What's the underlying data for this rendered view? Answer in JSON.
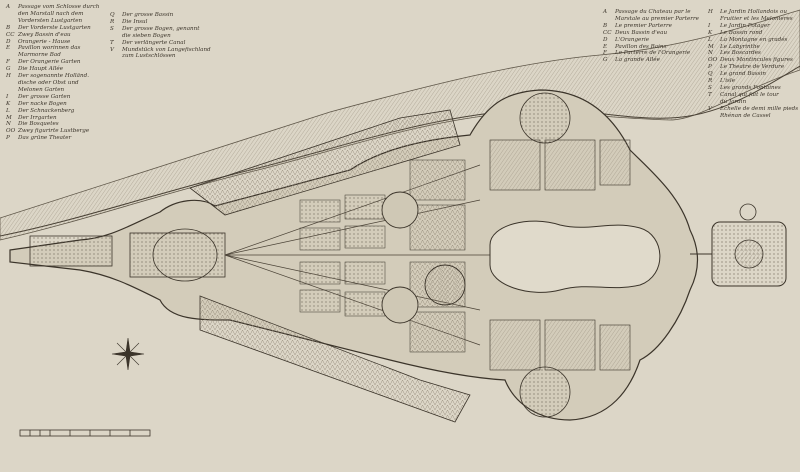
{
  "legend_german": [
    {
      "key": "A",
      "label": "Passage vom Schlosse durch"
    },
    {
      "key": "",
      "label": "den Marstall nach dem"
    },
    {
      "key": "",
      "label": "Vordersten Lustgarten"
    },
    {
      "key": "B",
      "label": "Der Vorderste Lustgarten"
    },
    {
      "key": "CC",
      "label": "Zwey Bassin d'eau"
    },
    {
      "key": "D",
      "label": "Orangerie - Hause"
    },
    {
      "key": "E",
      "label": "Pavillon worinnen das"
    },
    {
      "key": "",
      "label": "Marmorne Bad"
    },
    {
      "key": "F",
      "label": "Der Orangerie Garten"
    },
    {
      "key": "G",
      "label": "Die Haupt Allée"
    },
    {
      "key": "H",
      "label": "Der sogenannte Holländ."
    },
    {
      "key": "",
      "label": "dische oder Obst und"
    },
    {
      "key": "",
      "label": "Melonen Garten"
    },
    {
      "key": "I",
      "label": "Der grosse Garten"
    },
    {
      "key": "K",
      "label": "Der nacke Bogen"
    },
    {
      "key": "L",
      "label": "Der Schnackenberg"
    },
    {
      "key": "M",
      "label": "Der Irrgarten"
    },
    {
      "key": "N",
      "label": "Die Bosquetes"
    },
    {
      "key": "OO",
      "label": "Zwey figurirte Lustberge"
    },
    {
      "key": "P",
      "label": "Das grüne Theater"
    }
  ],
  "legend_german_2": [
    {
      "key": "Q",
      "label": "Der grosse Bassin"
    },
    {
      "key": "R",
      "label": "Die Insul"
    },
    {
      "key": "S",
      "label": "Der grosse Bogen, genannt"
    },
    {
      "key": "",
      "label": "die sieben Bogen"
    },
    {
      "key": "T",
      "label": "Der verlängerte Canal"
    },
    {
      "key": "V",
      "label": "Mundstück von Langefischland"
    },
    {
      "key": "",
      "label": "zum Lustschlössen"
    }
  ],
  "legend_french": [
    {
      "key": "A",
      "label": "Passage du Chateau par le"
    },
    {
      "key": "",
      "label": "Marstale au premier Parterre"
    },
    {
      "key": "B",
      "label": "Le premier Parterre"
    },
    {
      "key": "CC",
      "label": "Deux Bassin d'eau"
    },
    {
      "key": "D",
      "label": "L'Orangerie"
    },
    {
      "key": "E",
      "label": "Pavillon des Bains"
    },
    {
      "key": "F",
      "label": "Le Parterre de l'Orangerie"
    },
    {
      "key": "G",
      "label": "La grande Allée"
    }
  ],
  "legend_french_2": [
    {
      "key": "H",
      "label": "Le Jardin Hollandois ou"
    },
    {
      "key": "",
      "label": "Fruitier et les Melonieres"
    },
    {
      "key": "I",
      "label": "Le Jardin Potager"
    },
    {
      "key": "K",
      "label": "Le Bassin rond"
    },
    {
      "key": "L",
      "label": "La Montagne en gradés"
    },
    {
      "key": "M",
      "label": "Le Labyrinthe"
    },
    {
      "key": "N",
      "label": "Les Boscardes"
    },
    {
      "key": "OO",
      "label": "Deux Montincules figures"
    },
    {
      "key": "P",
      "label": "Le Theatre de Verdure"
    },
    {
      "key": "Q",
      "label": "Le grand Bassin"
    },
    {
      "key": "R",
      "label": "L'isle"
    },
    {
      "key": "S",
      "label": "Les grands Fontaines"
    },
    {
      "key": "T",
      "label": "Canal qui fait le tour"
    },
    {
      "key": "",
      "label": "du Jardin"
    },
    {
      "key": "V",
      "label": "Echelle de demi mille pieds"
    },
    {
      "key": "",
      "label": "Rhénan de Cassel"
    }
  ],
  "colors": {
    "paper": "#dcd6c7",
    "ink": "#3b342a",
    "river": "#c9c2af",
    "hatching": "#8a8070"
  }
}
